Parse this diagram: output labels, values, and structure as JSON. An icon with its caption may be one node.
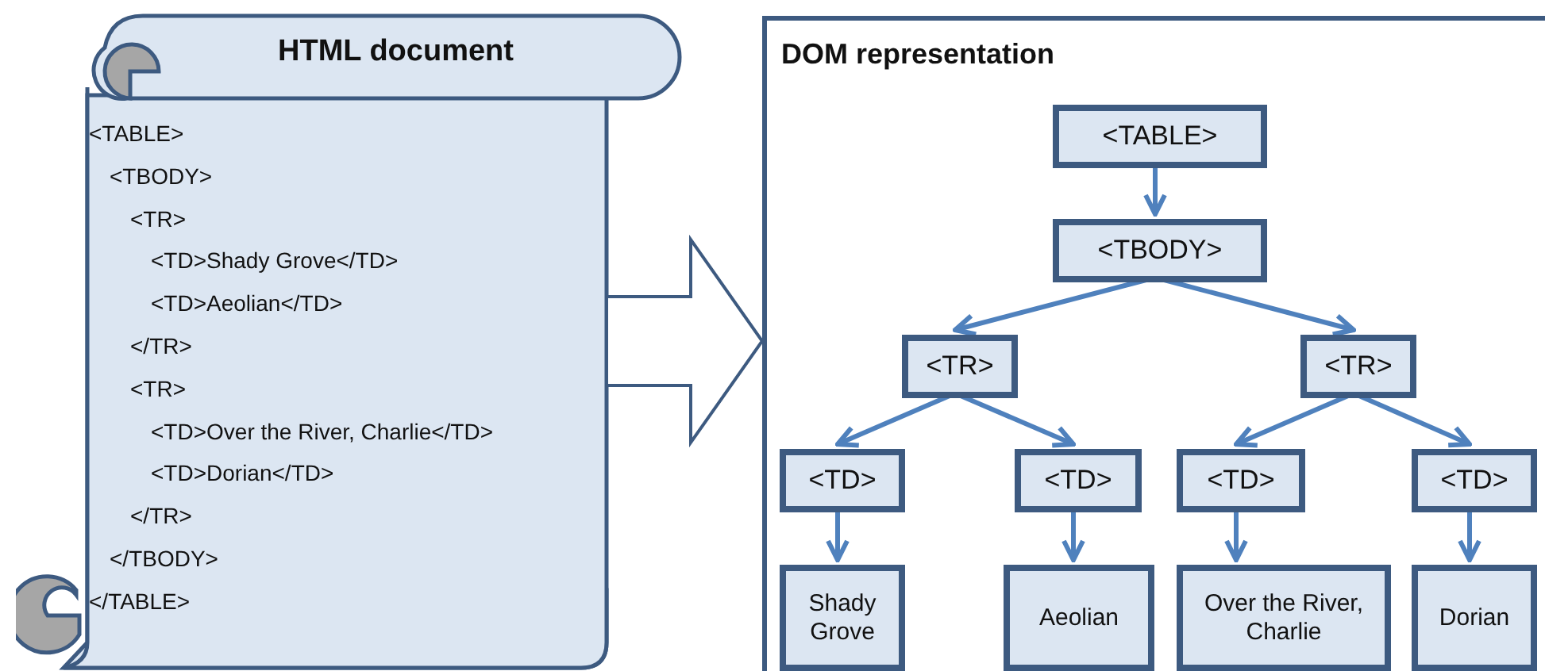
{
  "diagram": {
    "nodes": [
      {
        "text": [
          "HTML document",
          "<TABLE>",
          "<TBODY>",
          "<TR>",
          "<TD>Shady Grove</TD>",
          "<TD>Aeolian</TD>",
          "</TR>",
          "<TR>",
          "<TD>Over the River, Charlie</TD>",
          "<TD>Dorian</TD>",
          "</TR>",
          "</TBODY>",
          "</TABLE>"
        ]
      },
      {
        "text": [
          "DOM representation"
        ]
      },
      {
        "text": [
          "<TABLE>"
        ],
        "in": 1
      },
      {
        "text": [
          "<TBODY>"
        ],
        "in": 1
      },
      {
        "text": [
          "<TR>"
        ],
        "in": 1
      },
      {
        "text": [
          "<TR>"
        ],
        "in": 1
      },
      {
        "text": [
          "<TD>"
        ],
        "in": 1
      },
      {
        "text": [
          "<TD>"
        ],
        "in": 1
      },
      {
        "text": [
          "<TD>"
        ],
        "in": 1
      },
      {
        "text": [
          "<TD>"
        ],
        "in": 1
      },
      {
        "text": [
          "Shady Grove"
        ],
        "in": 1
      },
      {
        "text": [
          "Aeolian"
        ],
        "in": 1
      },
      {
        "text": [
          "Over the River, Charlie"
        ],
        "in": 1
      },
      {
        "text": [
          "Dorian"
        ],
        "in": 1
      }
    ],
    "edges": [
      {
        "from": 0,
        "to": 1,
        "arrow": "to",
        "style": "thick"
      },
      {
        "from": 2,
        "to": 3,
        "arrow": "to"
      },
      {
        "from": 3,
        "to": 4,
        "arrow": "to"
      },
      {
        "from": 3,
        "to": 5,
        "arrow": "to"
      },
      {
        "from": 4,
        "to": 6,
        "arrow": "to"
      },
      {
        "from": 4,
        "to": 7,
        "arrow": "to"
      },
      {
        "from": 5,
        "to": 8,
        "arrow": "to"
      },
      {
        "from": 5,
        "to": 9,
        "arrow": "to"
      },
      {
        "from": 6,
        "to": 10,
        "arrow": "to"
      },
      {
        "from": 7,
        "to": 11,
        "arrow": "to"
      },
      {
        "from": 8,
        "to": 12,
        "arrow": "to"
      },
      {
        "from": 9,
        "to": 13,
        "arrow": "to"
      }
    ]
  }
}
